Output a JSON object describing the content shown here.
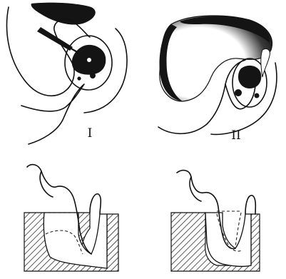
{
  "panels": [
    {
      "id": "I",
      "label": "I"
    },
    {
      "id": "II",
      "label": "II"
    }
  ]
}
